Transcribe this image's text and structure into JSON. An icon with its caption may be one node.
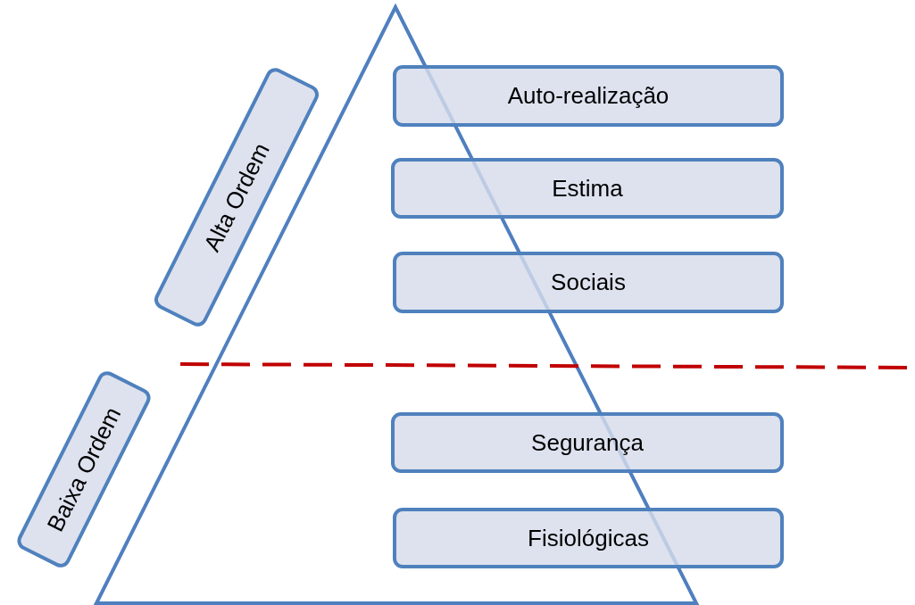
{
  "diagram": {
    "nodes": [
      {
        "text": [
          "Alta Ordem"
        ]
      },
      {
        "text": [
          "Baixa Ordem"
        ]
      },
      {
        "text": [
          "Auto-realização"
        ]
      },
      {
        "text": [
          "Estima"
        ]
      },
      {
        "text": [
          "Sociais"
        ]
      },
      {
        "text": [
          "Segurança"
        ]
      },
      {
        "text": [
          "Fisiológicas"
        ]
      }
    ],
    "edges": []
  }
}
